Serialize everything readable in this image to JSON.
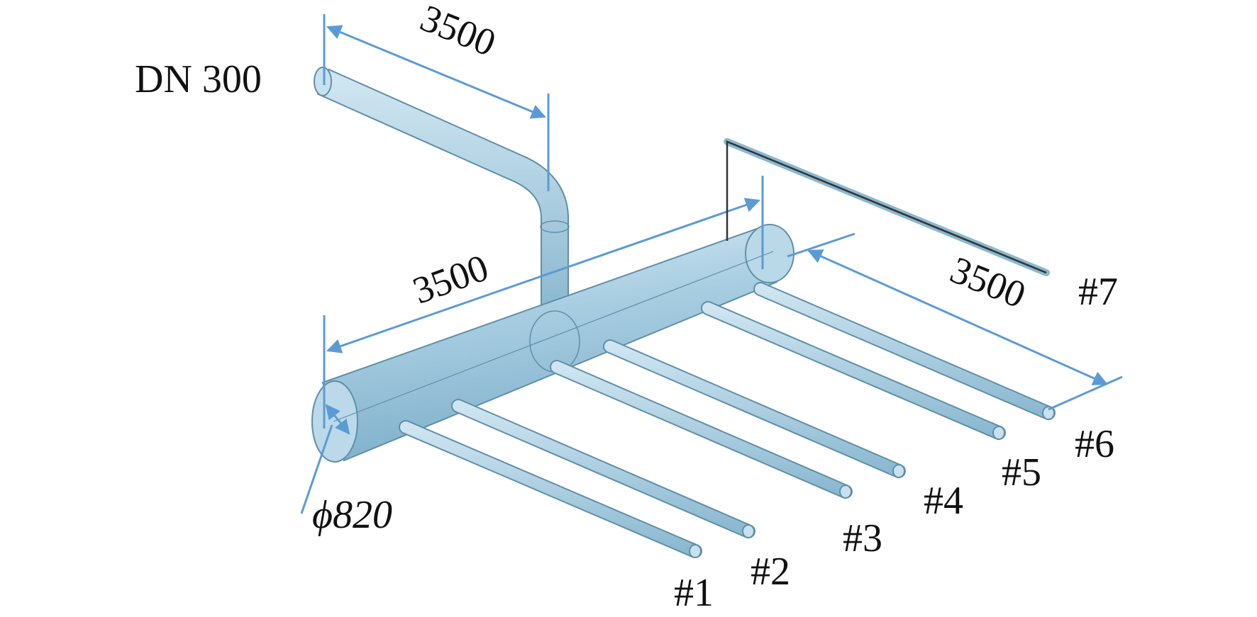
{
  "labels": {
    "inlet": "DN 300",
    "diameter": "ϕ820",
    "dim_inlet_pipe": "3500",
    "dim_header": "3500",
    "dim_branch": "3500"
  },
  "branches": [
    "#1",
    "#2",
    "#3",
    "#4",
    "#5",
    "#6",
    "#7"
  ],
  "colors": {
    "pipe_fill": "#a9cde0",
    "pipe_edge": "#5f8fa8",
    "dimension": "#5b9bd5",
    "text": "#111111"
  }
}
